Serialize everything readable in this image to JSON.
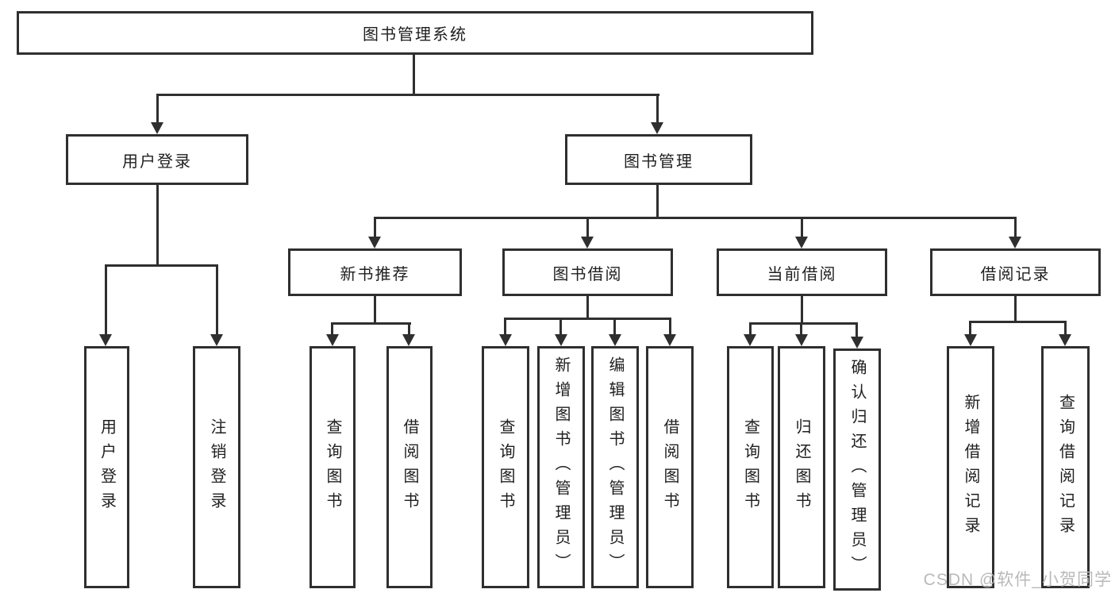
{
  "tree": {
    "root": {
      "label": "图书管理系统"
    },
    "branches": [
      {
        "label": "用户登录",
        "children": [
          {
            "label": "用户登录"
          },
          {
            "label": "注销登录"
          }
        ]
      },
      {
        "label": "图书管理",
        "children": [
          {
            "label": "新书推荐",
            "children": [
              {
                "label": "查询图书"
              },
              {
                "label": "借阅图书"
              }
            ]
          },
          {
            "label": "图书借阅",
            "children": [
              {
                "label": "查询图书"
              },
              {
                "label": "新增图书（管理员）"
              },
              {
                "label": "编辑图书（管理员）"
              },
              {
                "label": "借阅图书"
              }
            ]
          },
          {
            "label": "当前借阅",
            "children": [
              {
                "label": "查询图书"
              },
              {
                "label": "归还图书"
              },
              {
                "label": "确认归还（管理员）"
              }
            ]
          },
          {
            "label": "借阅记录",
            "children": [
              {
                "label": "新增借阅记录"
              },
              {
                "label": "查询借阅记录"
              }
            ]
          }
        ]
      }
    ]
  },
  "watermark": "CSDN @软件_小贺同学",
  "colors": {
    "line": "#2f2f2f",
    "box_border": "#2f2f2f",
    "text": "#1f1f1f",
    "watermark": "#b9b9b9",
    "background": "#ffffff"
  }
}
